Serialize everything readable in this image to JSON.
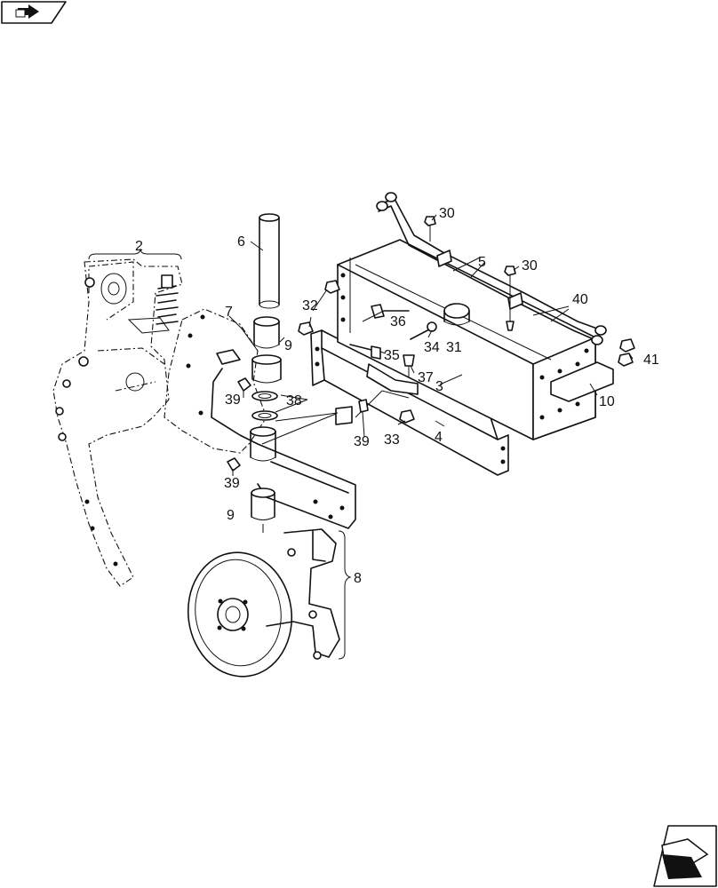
{
  "navigation": {
    "previous_icon": "previous-page-arrow-icon",
    "next_icon": "next-page-arrow-icon"
  },
  "diagram": {
    "callouts": {
      "c2": "2",
      "c3": "3",
      "c4": "4",
      "c5": "5",
      "c6": "6",
      "c7": "7",
      "c8": "8",
      "c9a": "9",
      "c9b": "9",
      "c10": "10",
      "c30a": "30",
      "c30b": "30",
      "c31": "31",
      "c32": "32",
      "c33": "33",
      "c34": "34",
      "c35": "35",
      "c36": "36",
      "c37": "37",
      "c38": "38",
      "c39a": "39",
      "c39b": "39",
      "c39c": "39",
      "c40": "40",
      "c41": "41"
    }
  }
}
